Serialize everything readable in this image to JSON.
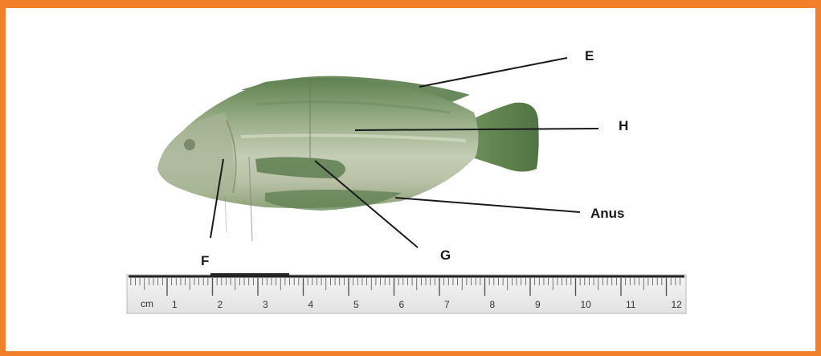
{
  "labels": {
    "e": "E",
    "h": "H",
    "anus": "Anus",
    "g": "G",
    "f": "F"
  },
  "ruler": {
    "unit": "cm",
    "numbers": [
      "1",
      "2",
      "3",
      "4",
      "5",
      "6",
      "7",
      "8",
      "9",
      "10",
      "11",
      "12"
    ]
  },
  "colors": {
    "border": "#f47f2a",
    "fish_body": "#8fa66e",
    "fish_back": "#5e7f4a"
  }
}
